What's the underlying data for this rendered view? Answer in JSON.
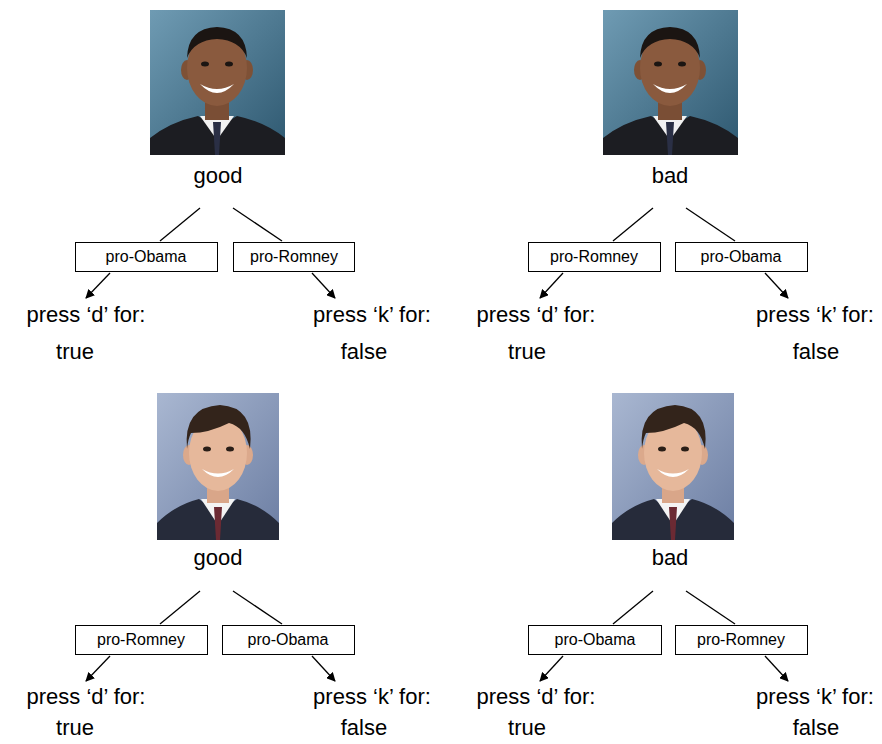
{
  "diagram": {
    "nodes": [
      {
        "text": [
          "pro-Obama"
        ]
      },
      {
        "text": [
          "pro-Romney"
        ]
      },
      {
        "text": [
          "pro-Romney"
        ]
      },
      {
        "text": [
          "pro-Obama"
        ]
      },
      {
        "text": [
          "pro-Romney"
        ]
      },
      {
        "text": [
          "pro-Obama"
        ]
      },
      {
        "text": [
          "pro-Obama"
        ]
      },
      {
        "text": [
          "pro-Romney"
        ]
      }
    ],
    "labels": [
      "good",
      "bad",
      "press ‘d’ for:",
      "press ‘k’ for:",
      "press ‘d’ for:",
      "press ‘k’ for:",
      "true",
      "false",
      "true",
      "false",
      "good",
      "bad",
      "press ‘d’ for:",
      "press ‘k’ for:",
      "press ‘d’ for:",
      "press ‘k’ for:",
      "true",
      "false",
      "true",
      "false"
    ]
  }
}
